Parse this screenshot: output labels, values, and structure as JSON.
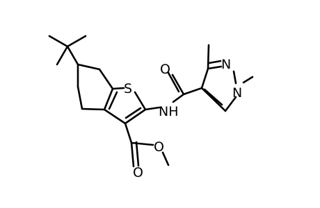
{
  "colors": {
    "background": "#ffffff",
    "bond": "#000000",
    "label": "#000000"
  },
  "atoms": {
    "S": "S",
    "NH": "NH",
    "O1": "O",
    "O2": "O",
    "O3": "O",
    "N1": "N",
    "N2": "N"
  }
}
